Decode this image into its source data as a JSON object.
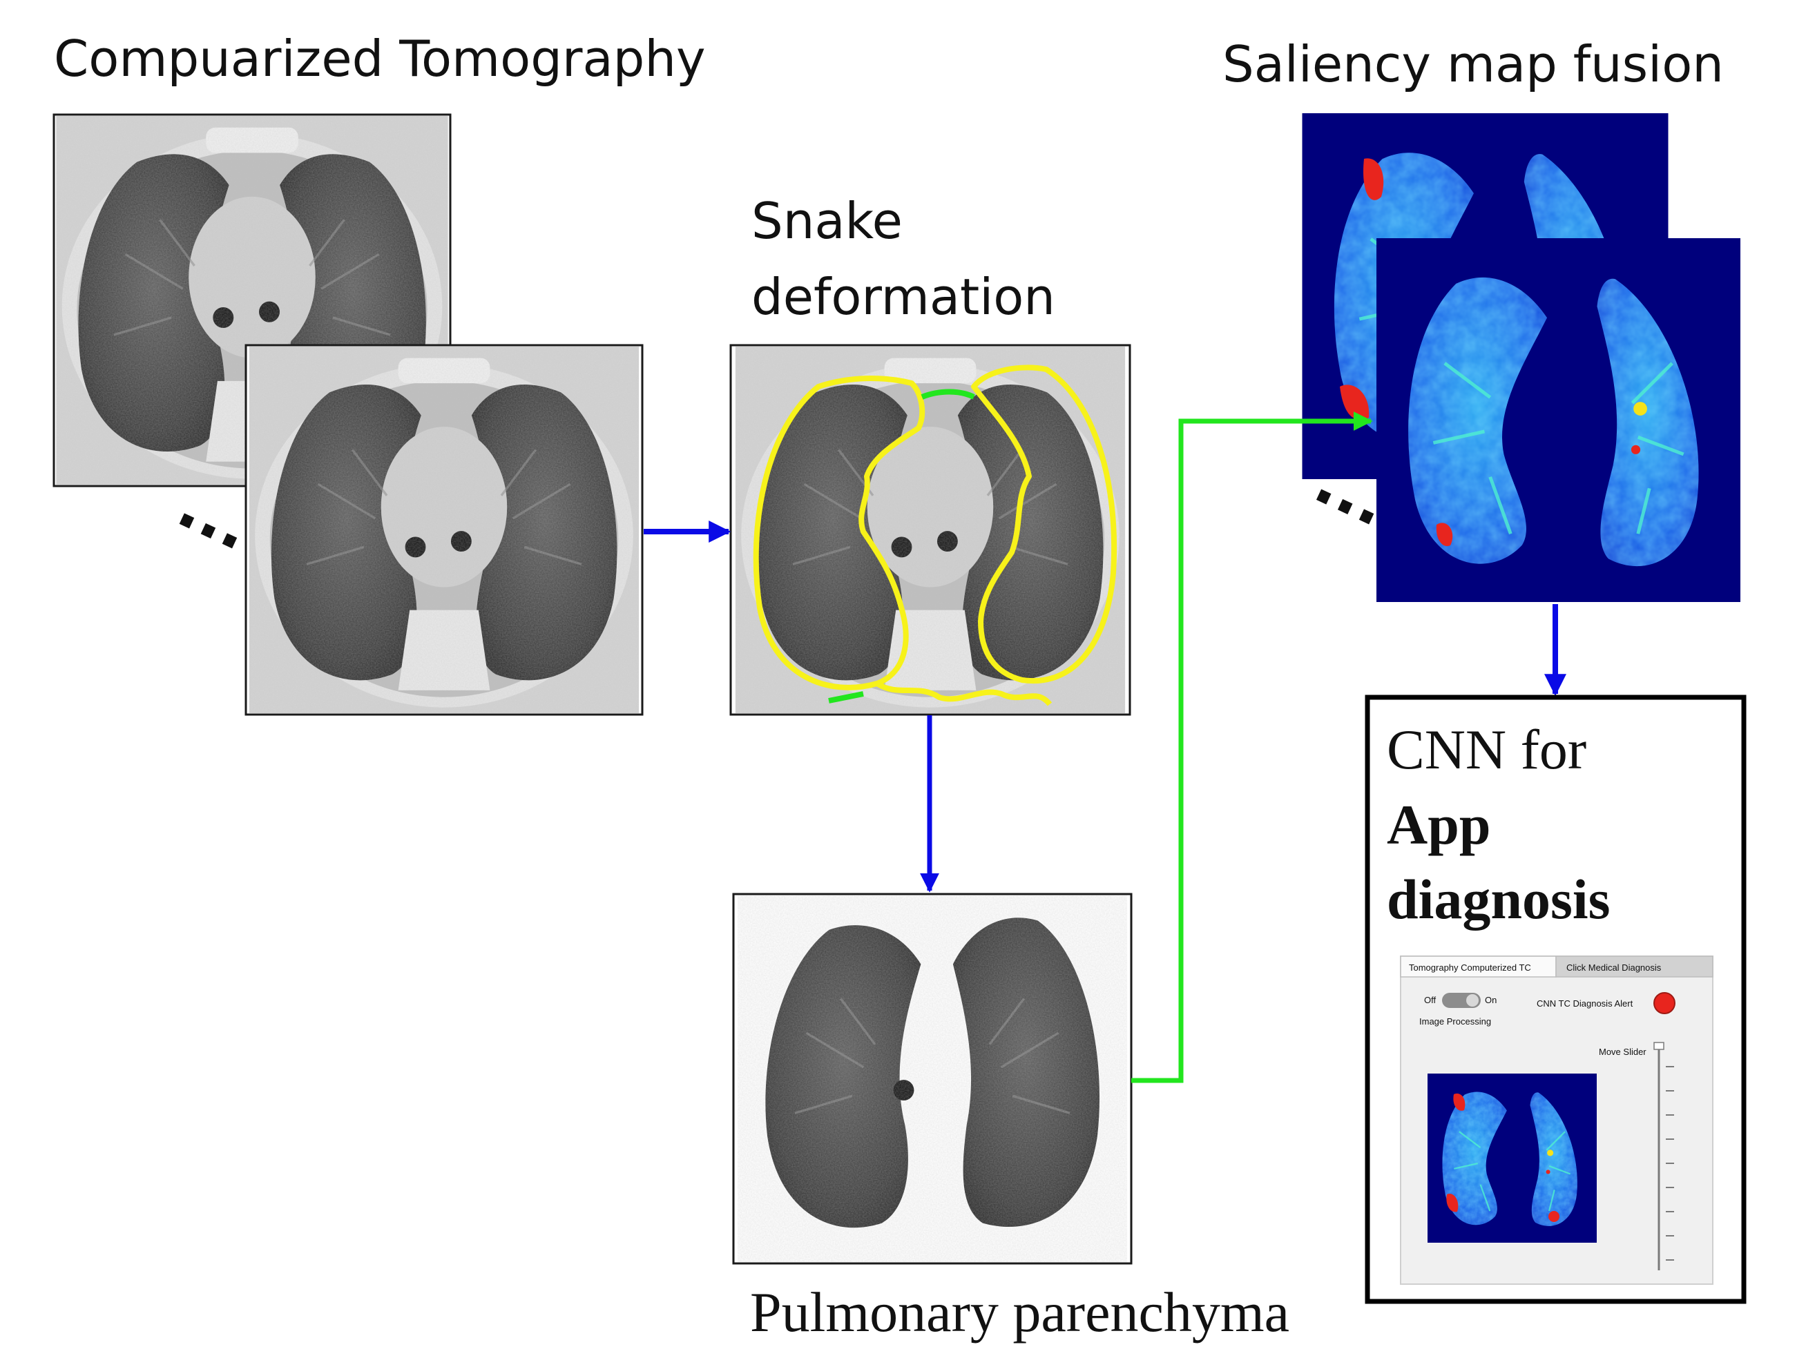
{
  "titles": {
    "ct": "Compuarized Tomography",
    "snake_line1": "Snake",
    "snake_line2": "deformation",
    "saliency": "Saliency map fusion",
    "parenchyma": "Pulmonary parenchyma",
    "cnn_line1": "CNN for",
    "cnn_line2": "App",
    "cnn_line3": "diagnosis"
  },
  "ellipsis": "...",
  "app": {
    "tab1": "Tomography Computerized TC",
    "tab2": "Click Medical Diagnosis",
    "switch_off": "Off",
    "switch_on": "On",
    "switch_caption": "Image Processing",
    "alert_label": "CNN TC Diagnosis Alert",
    "slider_label": "Move Slider"
  },
  "colors": {
    "flow_blue": "#0a0ae6",
    "flow_green": "#22e61e",
    "snake_yellow": "#f7f21a",
    "heatmap_bg": "#00007c",
    "alert_red": "#e8251e"
  },
  "icons": {
    "ct-scan": "ct-scan-icon",
    "saliency-map": "saliency-map-icon",
    "alert-lamp": "alert-lamp-icon"
  }
}
